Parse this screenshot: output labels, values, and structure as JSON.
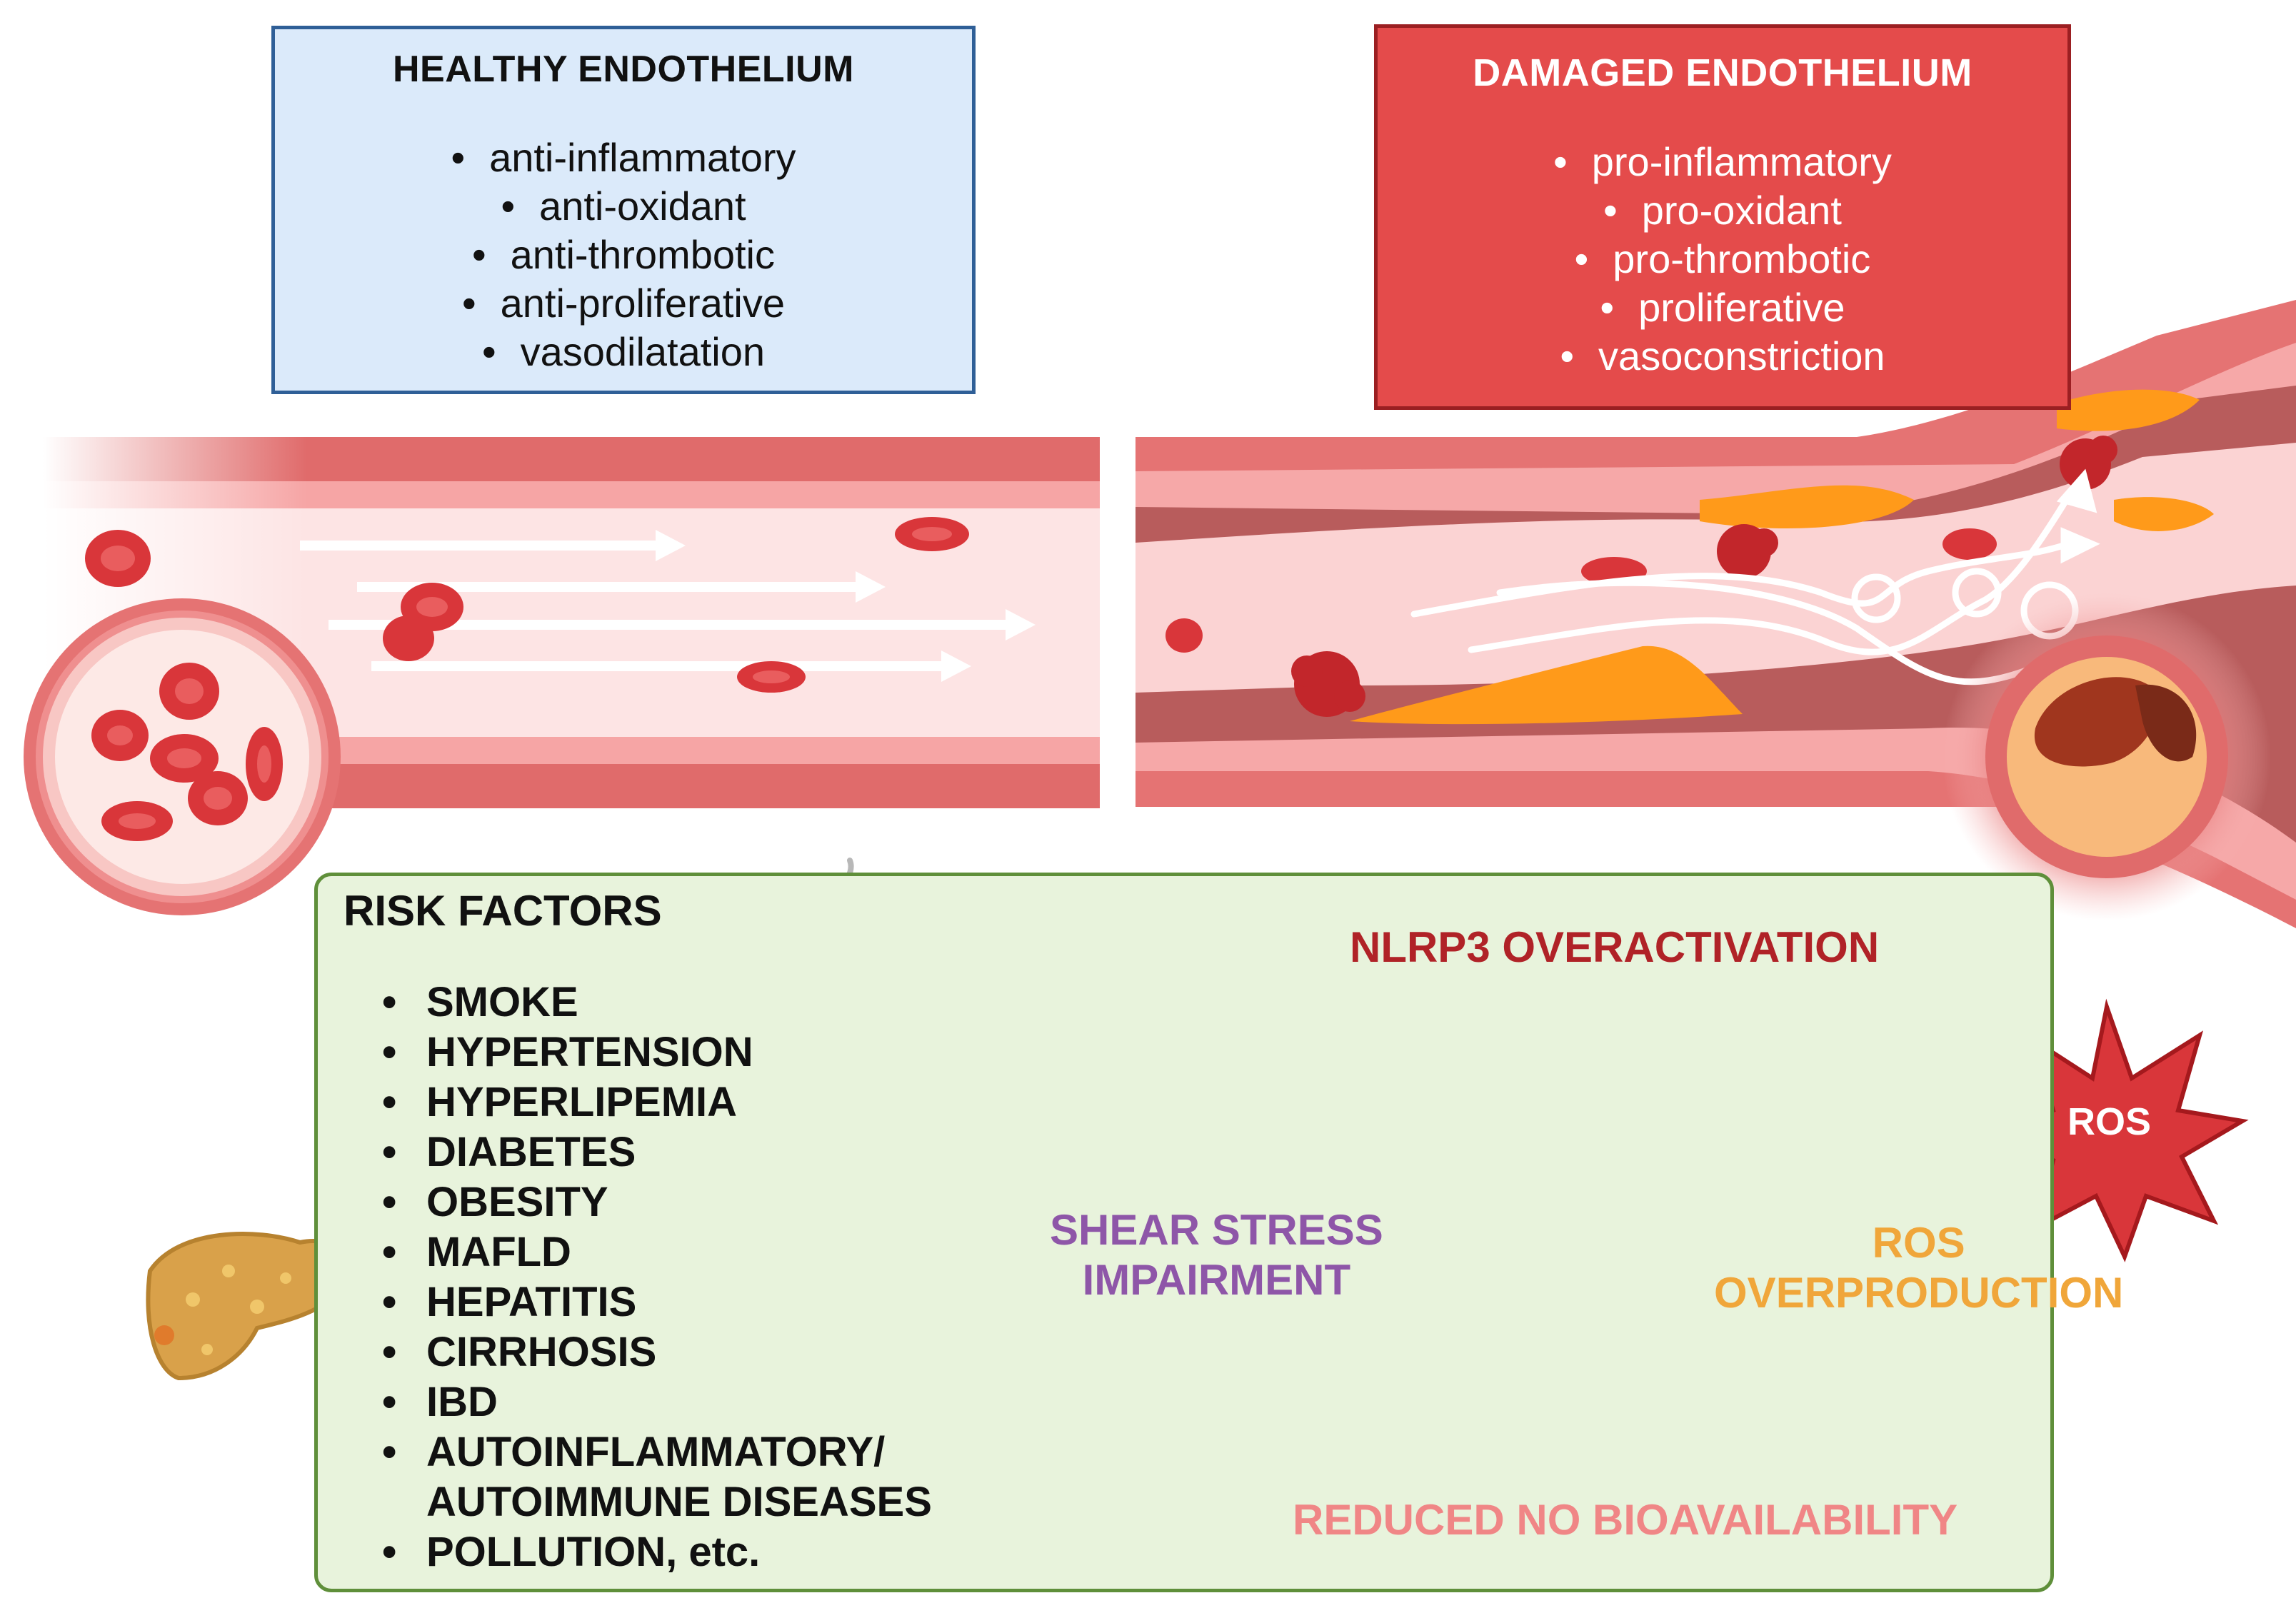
{
  "healthy": {
    "title": "HEALTHY ENDOTHELIUM",
    "items": [
      "anti-inflammatory",
      "anti-oxidant",
      "anti-thrombotic",
      "anti-proliferative",
      "vasodilatation"
    ]
  },
  "damaged": {
    "title": "DAMAGED ENDOTHELIUM",
    "items": [
      "pro-inflammatory",
      "pro-oxidant",
      "pro-thrombotic",
      "proliferative",
      "vasoconstriction"
    ]
  },
  "risk": {
    "title": "RISK FACTORS",
    "items": [
      "SMOKE",
      "HYPERTENSION",
      "HYPERLIPEMIA",
      "DIABETES",
      "OBESITY",
      "MAFLD",
      "HEPATITIS",
      "CIRRHOSIS",
      "IBD",
      "AUTOINFLAMMATORY/",
      "AUTOIMMUNE DISEASES",
      "POLLUTION, etc."
    ]
  },
  "cycle": {
    "nlrp3": "NLRP3 OVERACTIVATION",
    "ros_line1": "ROS",
    "ros_line2": "OVERPRODUCTION",
    "shear_line1": "SHEAR STRESS",
    "shear_line2": "IMPAIRMENT",
    "reduced": "REDUCED NO BIOAVAILABILITY"
  },
  "ros_star": "ROS",
  "colors": {
    "healthy_fill": "#dbeafa",
    "damaged_fill": "#e44b4b",
    "panel_fill": "#e8f3dc",
    "vessel_wall": "#e57373",
    "red_cell": "#d32f2f",
    "plaque": "#ff9800",
    "warning": "#f4ee8c"
  }
}
